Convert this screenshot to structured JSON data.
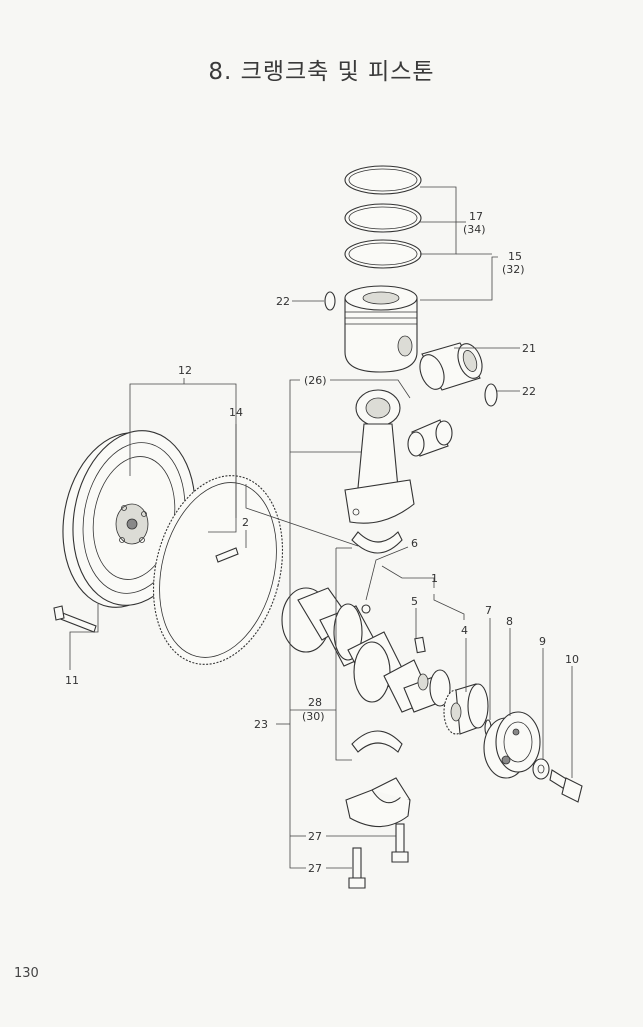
{
  "title": "8. 크랭크축 및 피스톤",
  "page_number": "130",
  "callouts": {
    "c1": "1",
    "c2": "2",
    "c4": "4",
    "c5": "5",
    "c6": "6",
    "c7": "7",
    "c8": "8",
    "c9": "9",
    "c10": "10",
    "c11": "11",
    "c12": "12",
    "c14": "14",
    "c15": "15",
    "c15b": "(32)",
    "c17": "17",
    "c17b": "(34)",
    "c21": "21",
    "c22a": "22",
    "c22b": "22",
    "c23": "23",
    "c26": "(26)",
    "c27a": "27",
    "c27b": "27",
    "c28": "28",
    "c28b": "(30)"
  }
}
